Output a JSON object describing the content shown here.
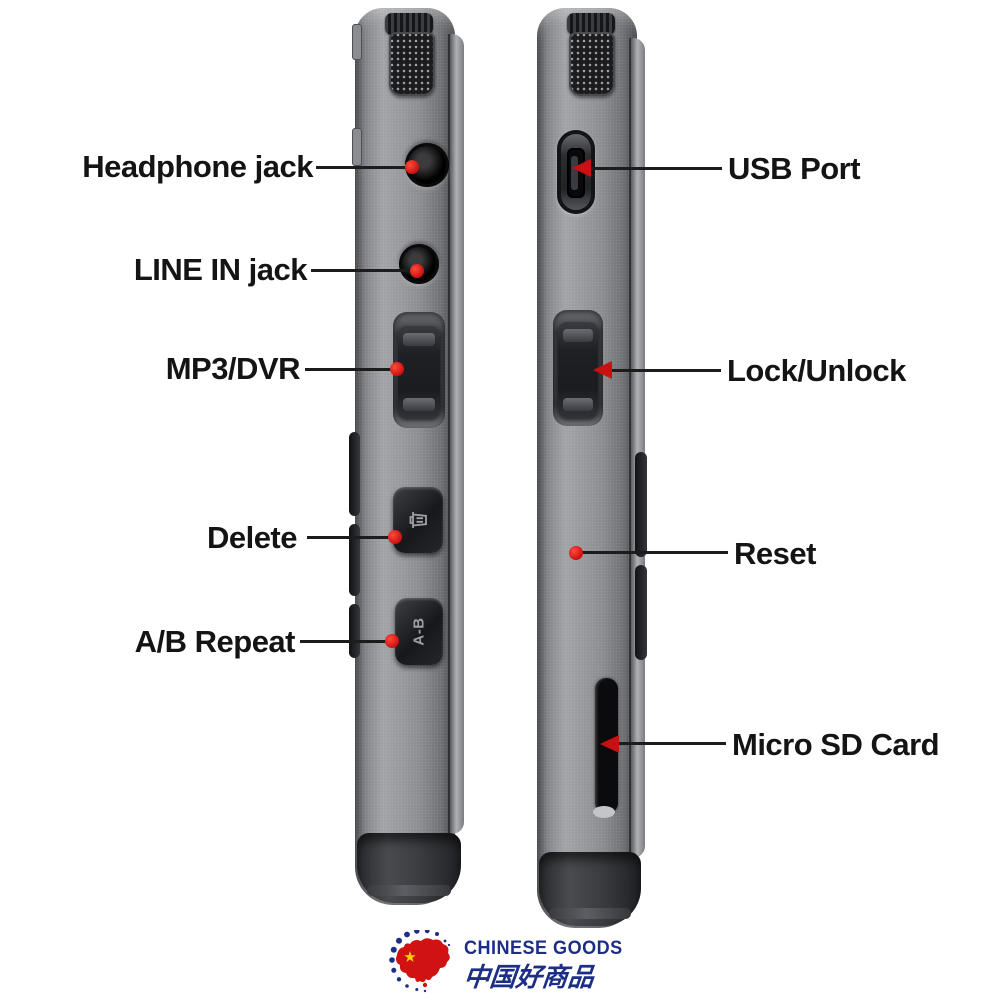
{
  "annotations": {
    "left": [
      {
        "label": "Headphone jack",
        "marker": "dot"
      },
      {
        "label": "LINE IN jack",
        "marker": "dot"
      },
      {
        "label": "MP3/DVR",
        "marker": "dot"
      },
      {
        "label": "Delete",
        "marker": "dot"
      },
      {
        "label": "A/B Repeat",
        "marker": "dot"
      }
    ],
    "right": [
      {
        "label": "USB Port",
        "marker": "arrow"
      },
      {
        "label": "Lock/Unlock",
        "marker": "arrow"
      },
      {
        "label": "Reset",
        "marker": "dot"
      },
      {
        "label": "Micro SD Card",
        "marker": "arrow"
      }
    ]
  },
  "devices": {
    "left": {
      "view": "left-side-profile",
      "parts": [
        "mic-grille",
        "headphone-jack",
        "line-in-jack",
        "mp3-dvr-slider",
        "delete-button",
        "ab-repeat-button"
      ],
      "ab_button_label": "A-B"
    },
    "right": {
      "view": "right-side-profile",
      "parts": [
        "mic-grille",
        "usb-port",
        "lock-unlock-slider",
        "reset-hole",
        "micro-sd-slot"
      ]
    }
  },
  "logo": {
    "title": "CHINESE GOODS",
    "subtitle": "中国好商品"
  },
  "colors": {
    "marker-red": "#c91111",
    "label-black": "#141414",
    "logo-blue": "#1c2e86",
    "map-red": "#d01212",
    "star-yellow": "#ffd200"
  }
}
